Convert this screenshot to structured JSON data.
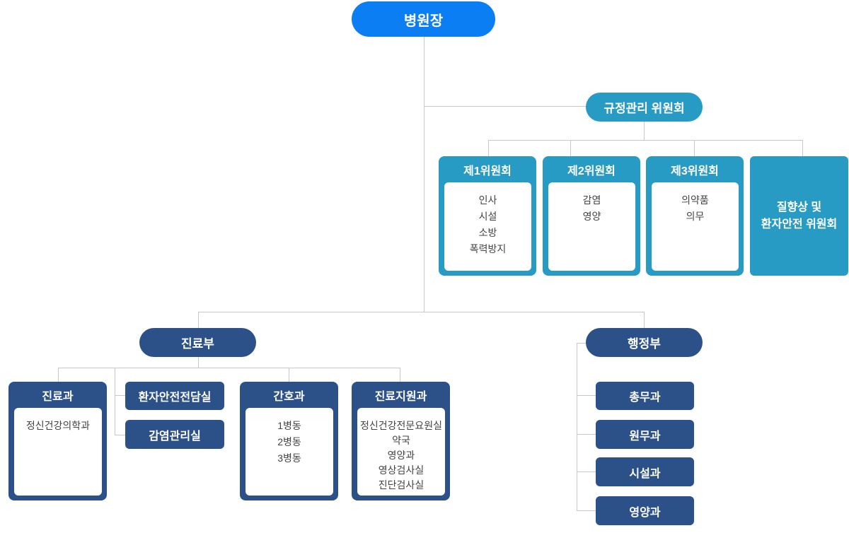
{
  "director": "병원장",
  "committee": {
    "title": "규정관리 위원회",
    "subcommittees": [
      {
        "title": "제1위원회",
        "items": [
          "인사",
          "시설",
          "소방",
          "폭력방지"
        ]
      },
      {
        "title": "제2위원회",
        "items": [
          "감염",
          "영양"
        ]
      },
      {
        "title": "제3위원회",
        "items": [
          "의약품",
          "의무"
        ]
      }
    ],
    "quality": [
      "질향상 및",
      "환자안전 위원회"
    ]
  },
  "medical": {
    "title": "진료부",
    "clinic": {
      "title": "진료과",
      "items": [
        "정신건강의학과"
      ]
    },
    "offices": [
      "환자안전전담실",
      "감염관리실"
    ],
    "nursing": {
      "title": "간호과",
      "items": [
        "1병동",
        "2병동",
        "3병동"
      ]
    },
    "support": {
      "title": "진료지원과",
      "items": [
        "정신건강전문요원실",
        "약국",
        "영양과",
        "영상검사실",
        "진단검사실"
      ]
    }
  },
  "admin": {
    "title": "행정부",
    "items": [
      "총무과",
      "원무과",
      "시설과",
      "영양과"
    ]
  },
  "colors": {
    "director": "#0b7ef3",
    "committee": "#289bc4",
    "department": "#2c5189",
    "line": "#c8c8c8"
  }
}
